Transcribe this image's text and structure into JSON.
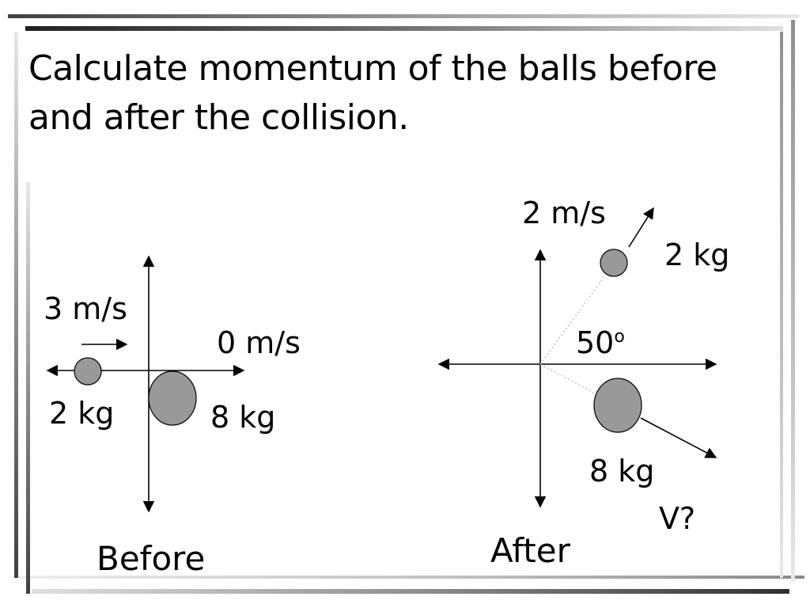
{
  "title": {
    "line1": "Calculate momentum of the balls before",
    "line2": "and after the collision."
  },
  "before": {
    "small_ball_speed": "3 m/s",
    "large_ball_speed": "0 m/s",
    "small_ball_mass": "2 kg",
    "large_ball_mass": "8 kg",
    "caption": "Before"
  },
  "after": {
    "small_ball_speed": "2 m/s",
    "small_ball_mass": "2 kg",
    "angle": "50",
    "angle_unit": "o",
    "large_ball_mass": "8 kg",
    "large_ball_speed": "V?",
    "caption": "After"
  },
  "colors": {
    "ball_fill": "#999999",
    "frame_dark": "#303030",
    "frame_light": "#c8c8c8"
  }
}
